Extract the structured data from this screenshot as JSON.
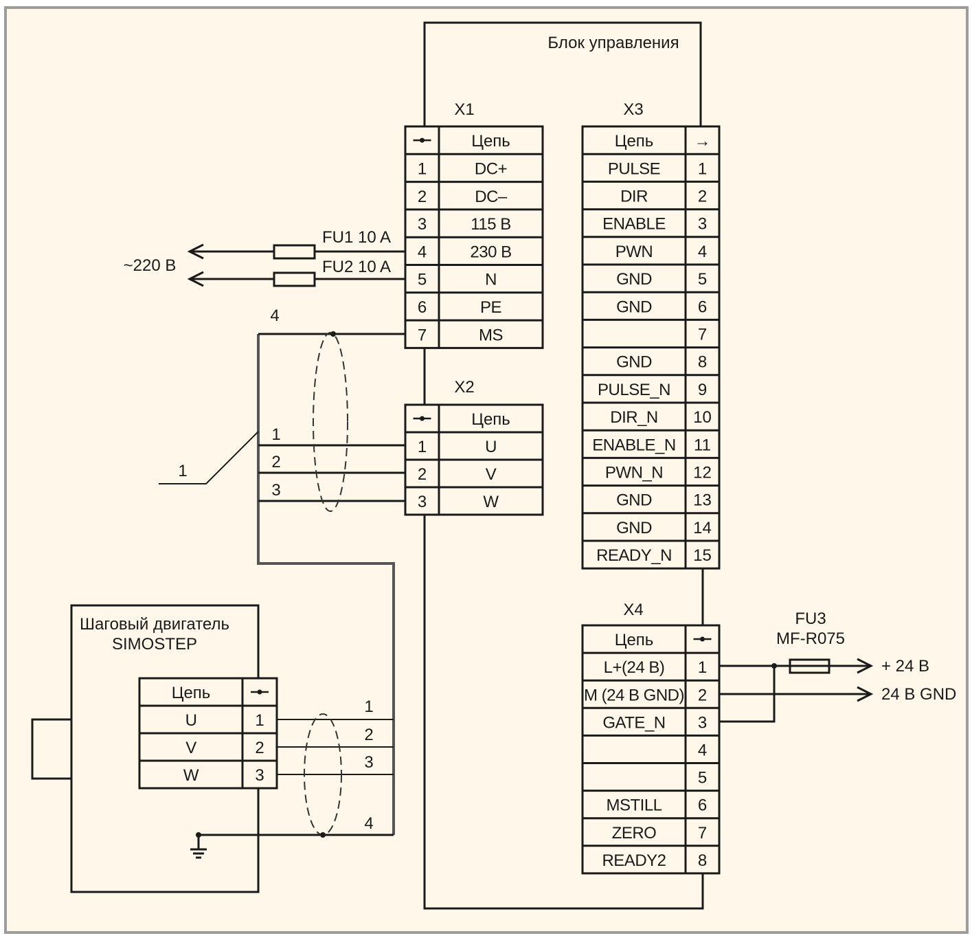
{
  "control_block": {
    "title": "Блок управления"
  },
  "connectors": {
    "X1": {
      "label": "X1",
      "header_circuit": "Цепь",
      "header_pin_icon": "terminal-dot-icon",
      "rows": [
        {
          "pin": "1",
          "circuit": "DC+"
        },
        {
          "pin": "2",
          "circuit": "DC–"
        },
        {
          "pin": "3",
          "circuit": "115 В"
        },
        {
          "pin": "4",
          "circuit": "230 В"
        },
        {
          "pin": "5",
          "circuit": "N"
        },
        {
          "pin": "6",
          "circuit": "PE"
        },
        {
          "pin": "7",
          "circuit": "MS"
        }
      ]
    },
    "X2": {
      "label": "X2",
      "header_circuit": "Цепь",
      "header_pin_icon": "terminal-dot-icon",
      "rows": [
        {
          "pin": "1",
          "circuit": "U"
        },
        {
          "pin": "2",
          "circuit": "V"
        },
        {
          "pin": "3",
          "circuit": "W"
        }
      ]
    },
    "X3": {
      "label": "X3",
      "header_circuit": "Цепь",
      "header_pin_icon": "arrow-right-icon",
      "header_pin_glyph": "→",
      "rows": [
        {
          "pin": "1",
          "circuit": "PULSE"
        },
        {
          "pin": "2",
          "circuit": "DIR"
        },
        {
          "pin": "3",
          "circuit": "ENABLE"
        },
        {
          "pin": "4",
          "circuit": "PWN"
        },
        {
          "pin": "5",
          "circuit": "GND"
        },
        {
          "pin": "6",
          "circuit": "GND"
        },
        {
          "pin": "7",
          "circuit": ""
        },
        {
          "pin": "8",
          "circuit": "GND"
        },
        {
          "pin": "9",
          "circuit": "PULSE_N"
        },
        {
          "pin": "10",
          "circuit": "DIR_N"
        },
        {
          "pin": "11",
          "circuit": "ENABLE_N"
        },
        {
          "pin": "12",
          "circuit": "PWN_N"
        },
        {
          "pin": "13",
          "circuit": "GND"
        },
        {
          "pin": "14",
          "circuit": "GND"
        },
        {
          "pin": "15",
          "circuit": "READY_N"
        }
      ]
    },
    "X4": {
      "label": "X4",
      "header_circuit": "Цепь",
      "header_pin_icon": "terminal-dot-icon",
      "rows": [
        {
          "pin": "1",
          "circuit": "L+(24 В)"
        },
        {
          "pin": "2",
          "circuit": "M (24 В GND)"
        },
        {
          "pin": "3",
          "circuit": "GATE_N"
        },
        {
          "pin": "4",
          "circuit": ""
        },
        {
          "pin": "5",
          "circuit": ""
        },
        {
          "pin": "6",
          "circuit": "MSTILL"
        },
        {
          "pin": "7",
          "circuit": "ZERO"
        },
        {
          "pin": "8",
          "circuit": "READY2"
        }
      ]
    },
    "motor": {
      "header_circuit": "Цепь",
      "header_pin_icon": "terminal-dot-icon",
      "rows": [
        {
          "pin": "1",
          "circuit": "U"
        },
        {
          "pin": "2",
          "circuit": "V"
        },
        {
          "pin": "3",
          "circuit": "W"
        }
      ]
    }
  },
  "motor": {
    "title_line1": "Шаговый двигатель",
    "title_line2": "SIMOSTEP"
  },
  "mains": {
    "voltage_label": "~220 В",
    "fuse1": "FU1 10 A",
    "fuse2": "FU2 10 A"
  },
  "power24": {
    "fuse_name": "FU3",
    "fuse_part": "MF-R075",
    "plus_label": "+ 24 В",
    "gnd_label": "24 В GND"
  },
  "cable": {
    "callout_label": "1",
    "wire_labels_ctrl": [
      "4",
      "1",
      "2",
      "3"
    ],
    "wire_labels_motor": [
      "1",
      "2",
      "3",
      "4"
    ]
  }
}
